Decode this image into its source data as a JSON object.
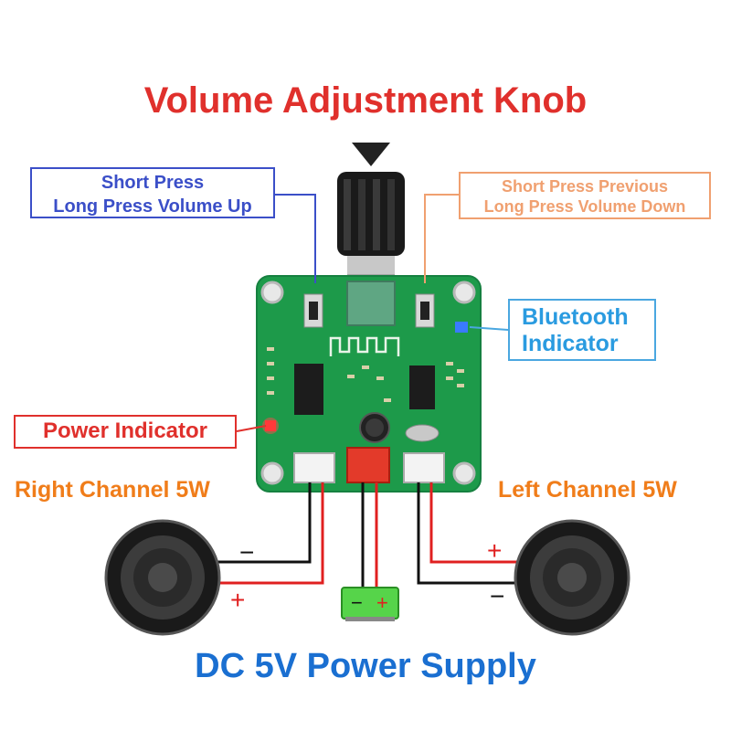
{
  "title": "Volume Adjustment Knob",
  "callouts": {
    "short_press_left": "Short Press",
    "long_press_up": "Long Press Volume Up",
    "short_press_previous": "Short Press Previous",
    "long_press_down": "Long Press Volume Down",
    "bluetooth_line1": "Bluetooth",
    "bluetooth_line2": "Indicator",
    "power_indicator": "Power Indicator"
  },
  "channels": {
    "right": "Right Channel 5W",
    "left": "Left Channel 5W"
  },
  "polarity": {
    "minus": "−",
    "plus": "+"
  },
  "power_supply": "DC 5V Power Supply",
  "colors": {
    "title_red": "#e0302c",
    "blue_callout": "#3b4fc8",
    "orange_callout": "#f0a070",
    "bluetooth_blue": "#2a9be0",
    "channel_orange": "#f07d1a",
    "supply_blue": "#1a6fd1",
    "pcb_green": "#1d9a4a"
  }
}
